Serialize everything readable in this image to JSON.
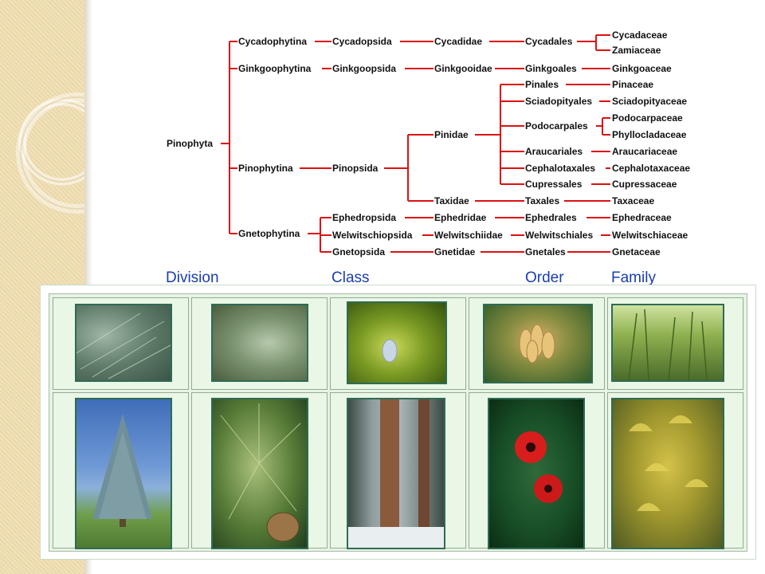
{
  "tree": {
    "root": "Pinophyta",
    "nodes": {
      "cycadophytina": "Cycadophytina",
      "cycadopsida": "Cycadopsida",
      "cycadidae": "Cycadidae",
      "cycadales": "Cycadales",
      "cycadaceae": "Cycadaceae",
      "zamiaceae": "Zamiaceae",
      "ginkgoophytina": "Ginkgoophytina",
      "ginkgoopsida": "Ginkgoopsida",
      "ginkgooidae": "Ginkgooidae",
      "ginkgoales": "Ginkgoales",
      "ginkgoaceae": "Ginkgoaceae",
      "pinophytina": "Pinophytina",
      "pinopsida": "Pinopsida",
      "pinidae": "Pinidae",
      "pinales": "Pinales",
      "pinaceae": "Pinaceae",
      "sciadopityales": "Sciadopityales",
      "sciadopityaceae": "Sciadopityaceae",
      "podocarpales": "Podocarpales",
      "podocarpaceae": "Podocarpaceae",
      "phyllocladaceae": "Phyllocladaceae",
      "araucariales": "Araucariales",
      "araucariaceae": "Araucariaceae",
      "cephalotaxales": "Cephalotaxales",
      "cephalotaxaceae": "Cephalotaxaceae",
      "cupressales": "Cupressales",
      "cupressaceae": "Cupressaceae",
      "taxidae": "Taxidae",
      "taxales": "Taxales",
      "taxaceae": "Taxaceae",
      "gnetophytina": "Gnetophytina",
      "ephedropsida": "Ephedropsida",
      "ephedridae": "Ephedridae",
      "ephedrales": "Ephedrales",
      "ephedraceae": "Ephedraceae",
      "welwitschiopsida": "Welwitschiopsida",
      "welwitschiidae": "Welwitschiidae",
      "welwitschiales": "Welwitschiales",
      "welwitschiaceae": "Welwitschiaceae",
      "gnetopsida": "Gnetopsida",
      "gnetidae": "Gnetidae",
      "gnetales": "Gnetales",
      "gnetaceae": "Gnetaceae"
    }
  },
  "ranks": {
    "division": "Division",
    "class": "Class",
    "order": "Order",
    "family": "Family"
  },
  "colors": {
    "branch": "#dd1111",
    "rank_label": "#1a3db0",
    "gallery_bg": "#e6f5e3",
    "photo_border": "#2f6b55",
    "sidebar": "#f1dfb1"
  },
  "gallery": {
    "photos": [
      "deodar-cedar-branch",
      "juniper-foliage",
      "yew-shoot-with-cone",
      "cycad-male-cones",
      "ephedra-shrub",
      "blue-spruce-tree",
      "pine-branch-with-cone",
      "giant-sequoia-forest",
      "yew-red-arils",
      "ginkgo-yellow-leaves"
    ]
  }
}
